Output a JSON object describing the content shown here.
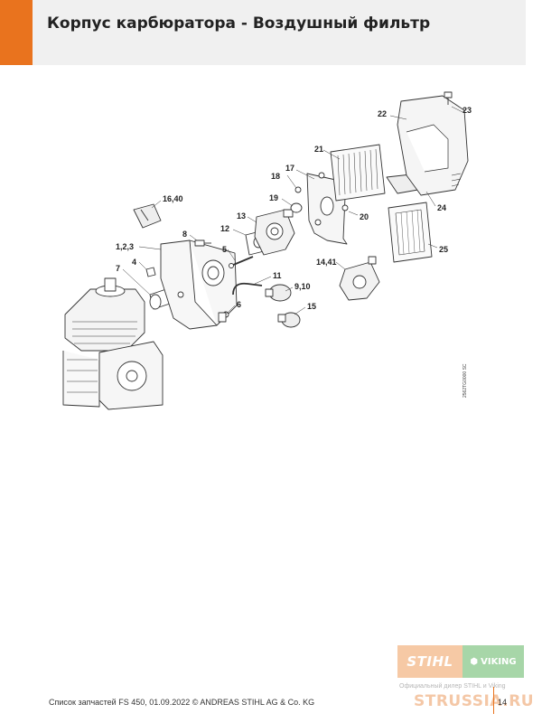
{
  "header": {
    "title": "Корпус карбюратора - Воздушный фильтр",
    "accent_color": "#e9731e"
  },
  "diagram": {
    "callouts": [
      "22",
      "23",
      "21",
      "17",
      "18",
      "19",
      "20",
      "24",
      "16,40",
      "13",
      "12",
      "8",
      "25",
      "1,2,3",
      "4",
      "5",
      "14,41",
      "7",
      "11",
      "9,10",
      "15",
      "6"
    ],
    "side_code": "2562TG0000 SC"
  },
  "watermark": {
    "stihl": "STIHL",
    "viking": "VIKING",
    "dealer": "Официальный дилер STIHL и Viking",
    "site": "STRUSSIA.RU"
  },
  "footer": {
    "text": "Список запчастей FS 450, 01.09.2022 © ANDREAS STIHL AG & Co. KG",
    "page": "14"
  }
}
